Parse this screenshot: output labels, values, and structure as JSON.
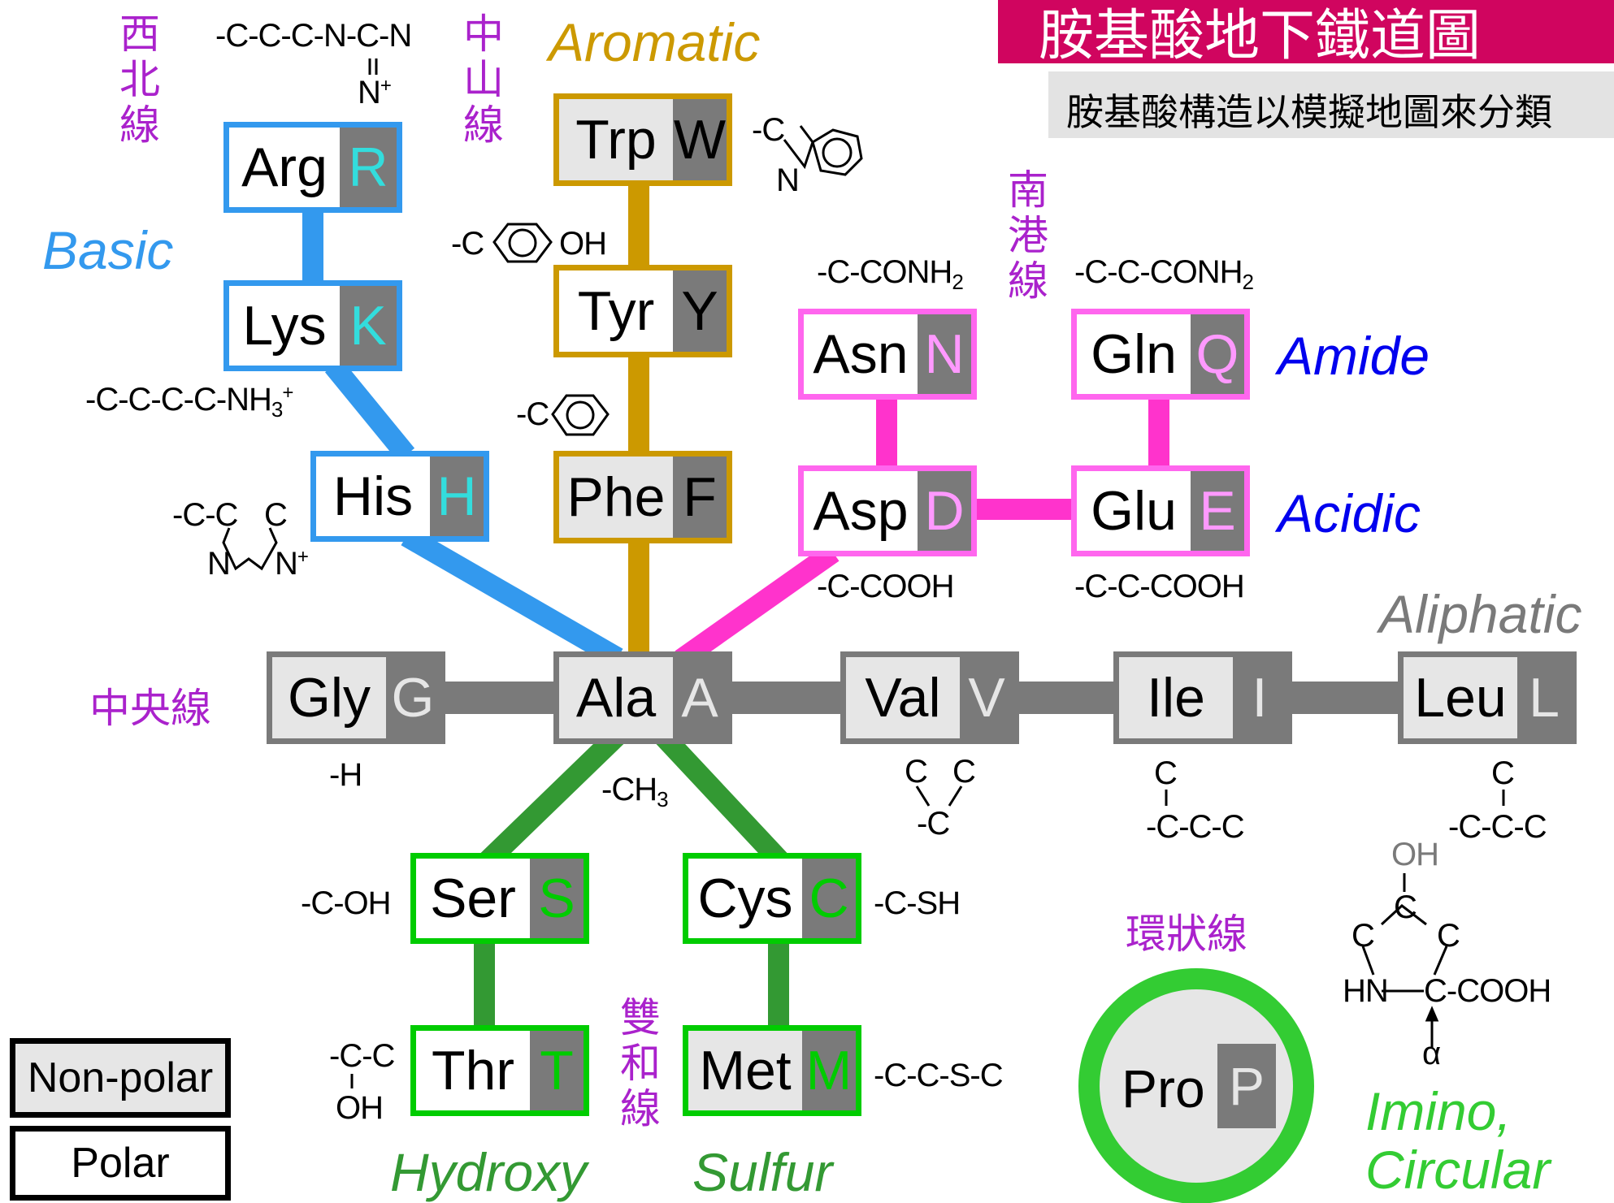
{
  "header": {
    "title": "胺基酸地下鐵道圖",
    "subtitle": "胺基酸構造以模擬地圖來分類"
  },
  "classes": {
    "aromatic": "Aromatic",
    "basic": "Basic",
    "amide": "Amide",
    "acidic": "Acidic",
    "aliphatic": "Aliphatic",
    "hydroxy": "Hydroxy",
    "sulfur": "Sulfur",
    "imino_1": "Imino,",
    "imino_2": "Circular"
  },
  "lines": {
    "xibei": "西北線",
    "zhongshan": "中山線",
    "nangang": "南港線",
    "zhongyang": "中央線",
    "shuanghe": "雙和線",
    "huanzhuang": "環狀線"
  },
  "colors": {
    "basic": "#3399ee",
    "aromatic": "#cc9900",
    "acidic": "#ff33cc",
    "aliphatic": "#7a7a7a",
    "sulfur_hydroxy": "#339933",
    "polar_green": "#00cc00",
    "imino": "#33cc33",
    "line_label": "#aa22cc"
  },
  "stations": {
    "arg": {
      "name": "Arg",
      "code": "R"
    },
    "lys": {
      "name": "Lys",
      "code": "K"
    },
    "his": {
      "name": "His",
      "code": "H"
    },
    "trp": {
      "name": "Trp",
      "code": "W"
    },
    "tyr": {
      "name": "Tyr",
      "code": "Y"
    },
    "phe": {
      "name": "Phe",
      "code": "F"
    },
    "asn": {
      "name": "Asn",
      "code": "N"
    },
    "gln": {
      "name": "Gln",
      "code": "Q"
    },
    "asp": {
      "name": "Asp",
      "code": "D"
    },
    "glu": {
      "name": "Glu",
      "code": "E"
    },
    "gly": {
      "name": "Gly",
      "code": "G"
    },
    "ala": {
      "name": "Ala",
      "code": "A"
    },
    "val": {
      "name": "Val",
      "code": "V"
    },
    "ile": {
      "name": "Ile",
      "code": "I"
    },
    "leu": {
      "name": "Leu",
      "code": "L"
    },
    "ser": {
      "name": "Ser",
      "code": "S"
    },
    "cys": {
      "name": "Cys",
      "code": "C"
    },
    "thr": {
      "name": "Thr",
      "code": "T"
    },
    "met": {
      "name": "Met",
      "code": "M"
    },
    "pro": {
      "name": "Pro",
      "code": "P"
    }
  },
  "side_chains": {
    "arg": "-C-C-C-N-C-N",
    "arg_n": "N",
    "arg_plus": "+",
    "lys": "-C-C-C-C-NH",
    "lys_sub": "3",
    "lys_sup": "+",
    "his_top": "-C-C",
    "his_c": "C",
    "his_n1": "N",
    "his_n2": "N",
    "his_plus": "+",
    "trp_c": "-C",
    "trp_n": "N",
    "tyr_c": "-C",
    "tyr_oh": "OH",
    "phe_c": "-C",
    "asn": "-C-CONH",
    "asn_sub": "2",
    "gln": "-C-C-CONH",
    "gln_sub": "2",
    "asp": "-C-COOH",
    "glu": "-C-C-COOH",
    "gly": "-H",
    "ala": "-CH",
    "ala_sub": "3",
    "val_c1": "C",
    "val_c2": "C",
    "val_c3": "-C",
    "ile_top": "C",
    "ile_bottom": "-C-C-C",
    "leu_top": "C",
    "leu_bottom": "-C-C-C",
    "ser": "-C-OH",
    "cys": "-C-SH",
    "thr_top": "-C-C",
    "thr_oh": "OH",
    "met": "-C-C-S-C",
    "pro_oh": "OH",
    "pro_c_top": "C",
    "pro_c_left": "C",
    "pro_c_right": "C",
    "pro_hn": "HN",
    "pro_cooh": "C-COOH",
    "pro_alpha": "α"
  },
  "legend": {
    "nonpolar": "Non-polar",
    "polar": "Polar"
  }
}
